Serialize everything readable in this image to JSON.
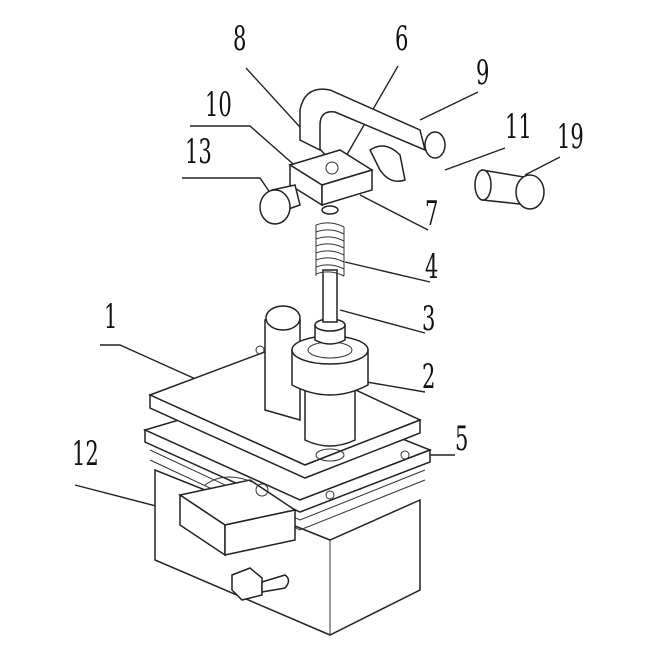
{
  "labels": {
    "l8": "8",
    "l6": "6",
    "l9": "9",
    "l10": "10",
    "l11": "11",
    "l19": "19",
    "l13": "13",
    "l7": "7",
    "l4": "4",
    "l3": "3",
    "l1": "1",
    "l2": "2",
    "l5": "5",
    "l12": "12"
  }
}
